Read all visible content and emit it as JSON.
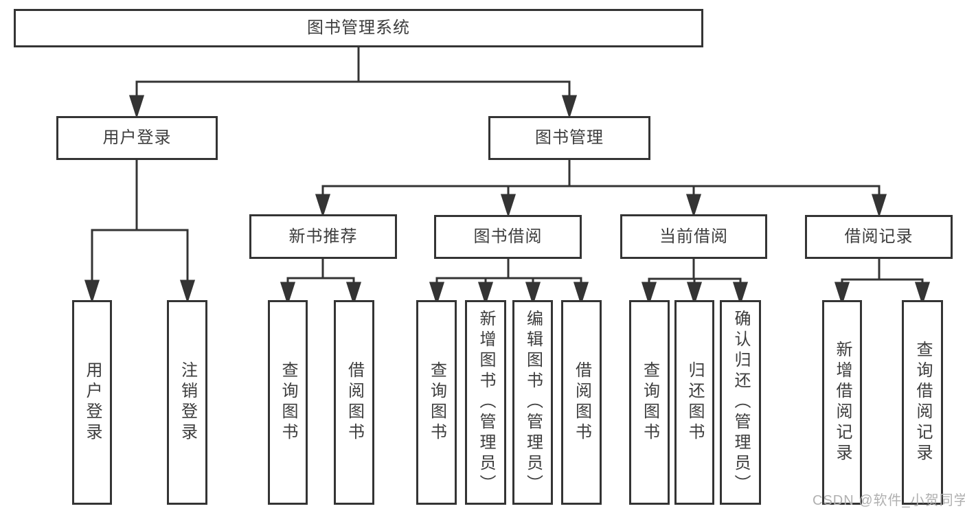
{
  "title": "图书管理系统",
  "colors": {
    "line": "#343434",
    "box_border": "#343434",
    "box_fill": "#ffffff",
    "text": "#3d3d3d",
    "watermark": "#b0b0b0",
    "background": "#ffffff"
  },
  "diagram": {
    "type": "hierarchy-tree",
    "root": {
      "label": "图书管理系统"
    },
    "branches": [
      {
        "label": "用户登录",
        "children": [
          {
            "label": "用户登录"
          },
          {
            "label": "注销登录"
          }
        ]
      },
      {
        "label": "图书管理",
        "children": [
          {
            "label": "新书推荐",
            "children": [
              {
                "label": "查询图书"
              },
              {
                "label": "借阅图书"
              }
            ]
          },
          {
            "label": "图书借阅",
            "children": [
              {
                "label": "查询图书"
              },
              {
                "label": "新增图书（管理员）"
              },
              {
                "label": "编辑图书（管理员）"
              },
              {
                "label": "借阅图书"
              }
            ]
          },
          {
            "label": "当前借阅",
            "children": [
              {
                "label": "查询图书"
              },
              {
                "label": "归还图书"
              },
              {
                "label": "确认归还（管理员）"
              }
            ]
          },
          {
            "label": "借阅记录",
            "children": [
              {
                "label": "新增借阅记录"
              },
              {
                "label": "查询借阅记录"
              }
            ]
          }
        ]
      }
    ]
  },
  "watermark": {
    "text": "CSDN @软件_小贺同学"
  }
}
